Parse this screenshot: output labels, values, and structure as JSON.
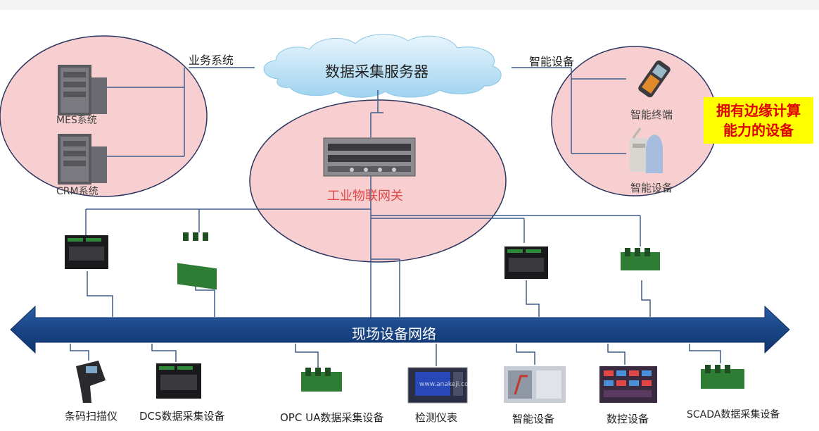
{
  "diagram": {
    "business_label": "业务系统",
    "server_label": "数据采集服务器",
    "smart_label_top": "智能设备",
    "gateway_label": "工业物联网关",
    "mes_label": "MES系统",
    "crm_label": "CRM系统",
    "smart_terminal_label": "智能终端",
    "smart_device_label": "智能设备",
    "edge_badge": "拥有边缘计算能力的设备",
    "network_label": "现场设备网络",
    "watermark": "www.anakeji.com",
    "bottom_devices": [
      {
        "label": "条码扫描仪",
        "icon": "barcode-scanner-icon"
      },
      {
        "label": "DCS数据采集设备",
        "icon": "daq-module-icon"
      },
      {
        "label": "OPC UA数据采集设备",
        "icon": "green-board-icon"
      },
      {
        "label": "检测仪表",
        "icon": "instrument-icon"
      },
      {
        "label": "智能设备",
        "icon": "cnc-machine-icon"
      },
      {
        "label": "数控设备",
        "icon": "control-panel-icon"
      },
      {
        "label": "SCADA数据采集设备",
        "icon": "green-board-icon"
      }
    ]
  },
  "colors": {
    "ellipse_fill": "#f8cfd0",
    "ellipse_stroke": "#2b3560",
    "wire": "#3d5d8c",
    "arrow": "#1f4e8f",
    "gateway_text": "#e04848",
    "badge_bg": "#ffff00",
    "badge_text": "#e00000"
  }
}
